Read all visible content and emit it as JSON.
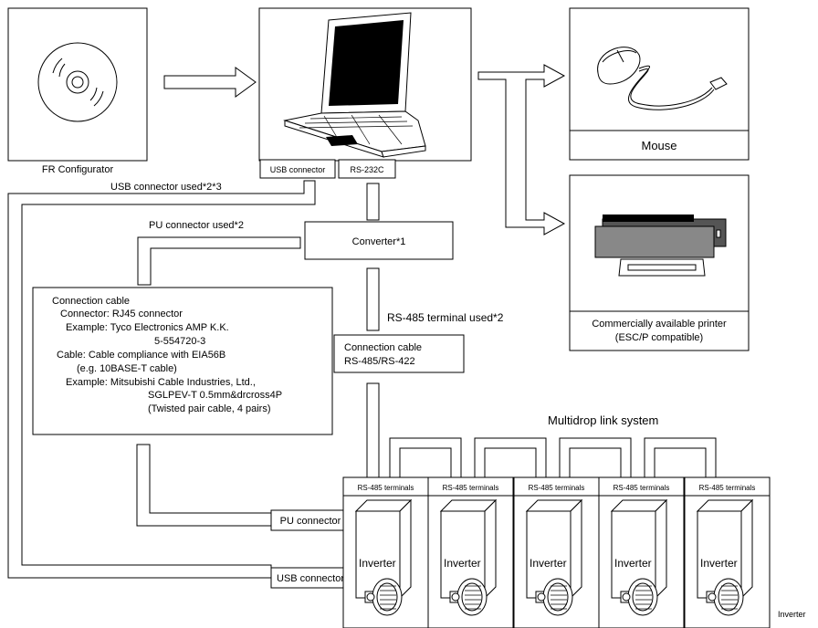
{
  "labels": {
    "fr_configurator": "FR Configurator",
    "usb_connector_laptop": "USB connector",
    "rs232c": "RS-232C",
    "usb_connector_used": "USB connector used*2*3",
    "mouse": "Mouse",
    "printer_line1": "Commercially available printer",
    "printer_line2": "(ESC/P compatible)",
    "converter": "Converter*1",
    "pu_connector_used": "PU connector used*2",
    "rs485_terminal_used": "RS-485 terminal used*2",
    "rs485_cable_line1": "Connection cable",
    "rs485_cable_line2": "RS-485/RS-422",
    "multidrop": "Multidrop link system",
    "pu_connector": "PU connector",
    "usb_connector_inverter": "USB connector",
    "inverter_footer": "Inverter"
  },
  "connection_cable_lines": [
    "Connection cable",
    "Connector: RJ45 connector",
    "Example: Tyco Electronics AMP K.K.",
    "5-554720-3",
    "Cable: Cable compliance with EIA56B",
    "(e.g. 10BASE-T cable)",
    "Example: Mitsubishi Cable Industries, Ltd.,",
    "SGLPEV-T 0.5mm&drcross4P",
    "(Twisted pair cable, 4 pairs)"
  ],
  "inverters": [
    {
      "terminal": "RS-485 terminals",
      "label": "Inverter"
    },
    {
      "terminal": "RS-485 terminals",
      "label": "Inverter"
    },
    {
      "terminal": "RS-485 terminals",
      "label": "Inverter"
    },
    {
      "terminal": "RS-485 terminals",
      "label": "Inverter"
    },
    {
      "terminal": "RS-485 terminals",
      "label": "Inverter"
    }
  ]
}
